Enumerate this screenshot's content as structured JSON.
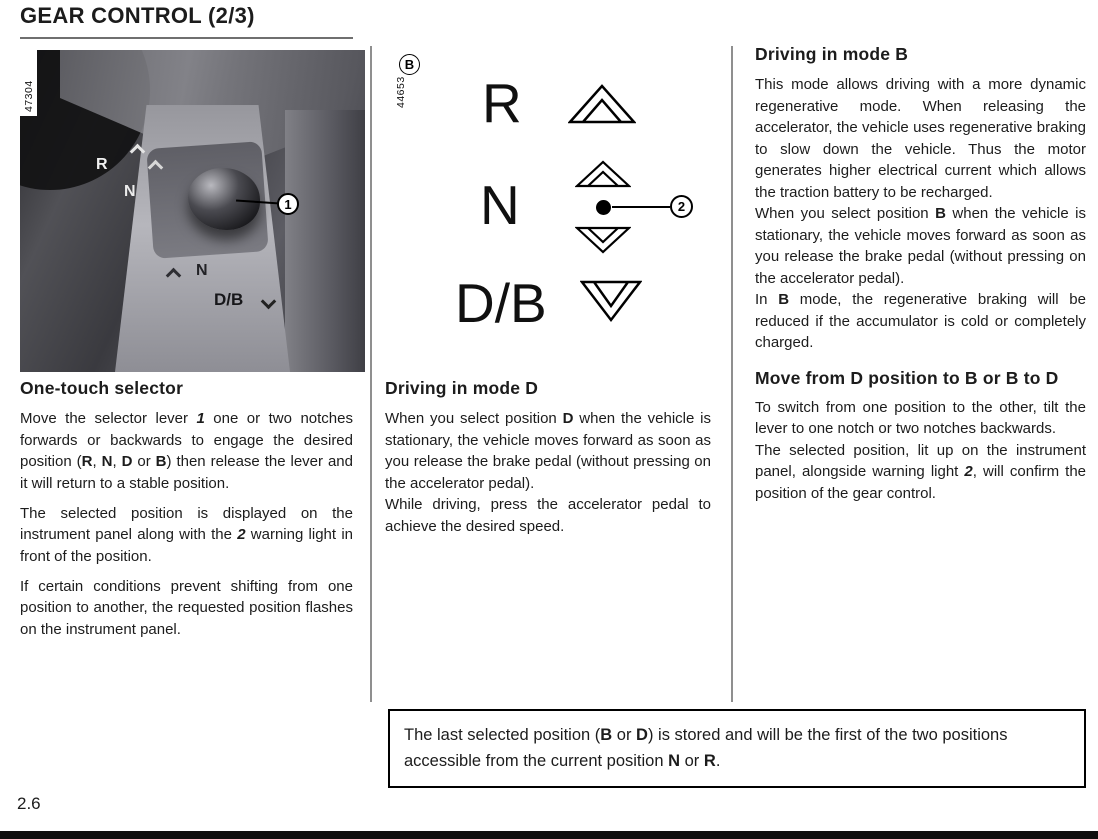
{
  "page": {
    "title": "GEAR CONTROL (2/3)",
    "page_number": "2.6"
  },
  "photo": {
    "figure_number": "47304",
    "labels": {
      "r": "R",
      "n_upper": "N",
      "n_lower": "N",
      "db": "D/B"
    },
    "callout": "1"
  },
  "diagram": {
    "figure_number": "44653",
    "corner_label": "B",
    "positions": {
      "reverse": "R",
      "neutral": "N",
      "drive_brake": "D/B"
    },
    "callout": "2"
  },
  "icons": {
    "chevron_up": "outlined chevron pointing up",
    "chevron_down": "outlined chevron pointing down",
    "rocker_dot": "filled dot on selector rocker"
  },
  "col1": {
    "heading": "One-touch selector",
    "p1": [
      {
        "t": "Move the selector lever "
      },
      {
        "t": "1",
        "b": true,
        "i": true
      },
      {
        "t": " one or two notches forwards or backwards to engage the desired position ("
      },
      {
        "t": "R",
        "b": true
      },
      {
        "t": ", "
      },
      {
        "t": "N",
        "b": true
      },
      {
        "t": ", "
      },
      {
        "t": "D",
        "b": true
      },
      {
        "t": " or "
      },
      {
        "t": "B",
        "b": true
      },
      {
        "t": ") then release the lever and it will return to a stable position."
      }
    ],
    "p2": [
      {
        "t": "The selected position is displayed on the instrument panel along with the "
      },
      {
        "t": "2",
        "b": true,
        "i": true
      },
      {
        "t": " warning light in front of the position."
      }
    ],
    "p3": [
      {
        "t": "If certain conditions prevent shifting from one position to another, the requested position flashes on the instrument panel."
      }
    ]
  },
  "col2": {
    "heading": "Driving in mode D",
    "p1": [
      {
        "t": "When you select position "
      },
      {
        "t": "D",
        "b": true
      },
      {
        "t": " when the vehicle is stationary, the vehicle moves forward as soon as you release the brake pedal (without pressing on the accelerator pedal)."
      }
    ],
    "p2": [
      {
        "t": "While driving, press the accelerator pedal to achieve the desired speed."
      }
    ]
  },
  "col3": {
    "heading_b": "Driving in mode B",
    "b_p1": [
      {
        "t": "This mode allows driving with a more dynamic regenerative mode. When releasing the accelerator, the vehicle uses regenerative braking to slow down the vehicle. Thus the motor generates higher electrical current which allows the traction battery to be recharged."
      }
    ],
    "b_p2": [
      {
        "t": "When you select position "
      },
      {
        "t": "B",
        "b": true
      },
      {
        "t": " when the vehicle is stationary, the vehicle moves forward as soon as you release the brake pedal (without pressing on the accelerator pedal)."
      }
    ],
    "b_p3": [
      {
        "t": "In "
      },
      {
        "t": "B",
        "b": true
      },
      {
        "t": " mode, the regenerative braking will be reduced if the accumulator is cold or completely charged."
      }
    ],
    "heading_move": "Move from D position to B or B to D",
    "move_p1": [
      {
        "t": "To switch from one position to the other, tilt the lever to one notch or two notches backwards."
      }
    ],
    "move_p2": [
      {
        "t": "The selected position, lit up on the instrument panel, alongside warning light "
      },
      {
        "t": "2",
        "b": true,
        "i": true
      },
      {
        "t": ", will confirm the position of the gear control."
      }
    ]
  },
  "note": {
    "text": [
      {
        "t": "The last selected position ("
      },
      {
        "t": "B",
        "b": true
      },
      {
        "t": " or "
      },
      {
        "t": "D",
        "b": true
      },
      {
        "t": ") is stored and will be the first of the two positions accessible from the current position "
      },
      {
        "t": "N",
        "b": true
      },
      {
        "t": " or "
      },
      {
        "t": "R",
        "b": true
      },
      {
        "t": "."
      }
    ]
  }
}
